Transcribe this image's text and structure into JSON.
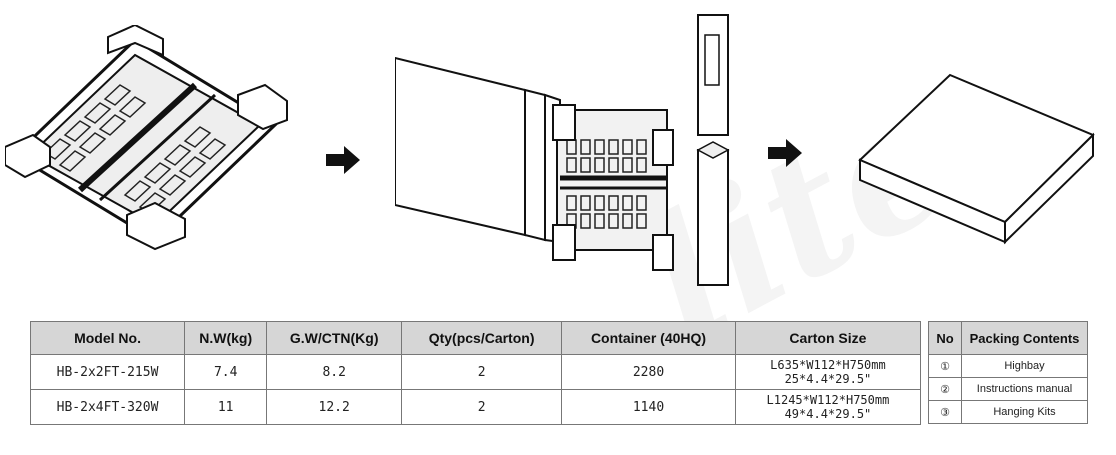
{
  "spec_table": {
    "headers": [
      "Model No.",
      "N.W(kg)",
      "G.W/CTN(Kg)",
      "Qty(pcs/Carton)",
      "Container (40HQ)",
      "Carton Size"
    ],
    "rows": [
      {
        "model": "HB-2x2FT-215W",
        "nw": "7.4",
        "gw": "8.2",
        "qty": "2",
        "container": "2280",
        "size1": "L635*W112*H750mm",
        "size2": "25*4.4*29.5\""
      },
      {
        "model": "HB-2x4FT-320W",
        "nw": "11",
        "gw": "12.2",
        "qty": "2",
        "container": "1140",
        "size1": "L1245*W112*H750mm",
        "size2": "49*4.4*29.5\""
      }
    ]
  },
  "packing_table": {
    "headers": [
      "No",
      "Packing Contents"
    ],
    "rows": [
      {
        "no": "①",
        "item": "Highbay"
      },
      {
        "no": "②",
        "item": "Instructions manual"
      },
      {
        "no": "③",
        "item": "Hanging Kits"
      }
    ]
  },
  "watermark": "lite"
}
